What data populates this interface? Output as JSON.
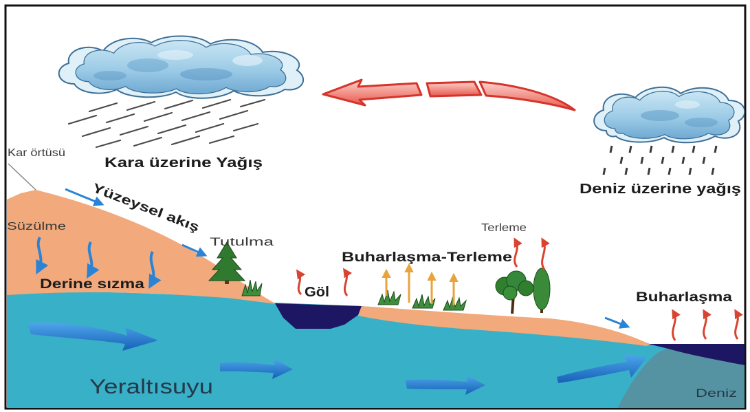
{
  "diagram": {
    "labels": {
      "snow_cover": "Kar örtüsü",
      "land_precipitation": "Kara üzerine Yağış",
      "surface_runoff": "Yüzeysel akış",
      "infiltration": "Süzülme",
      "interception": "Tutulma",
      "deep_percolation": "Derine sızma",
      "lake": "Göl",
      "evapotranspiration": "Buharlaşma-Terleme",
      "transpiration": "Terleme",
      "evaporation": "Buharlaşma",
      "sea_precipitation": "Deniz üzerine yağış",
      "groundwater": "Yeraltısuyu",
      "sea": "Deniz"
    },
    "icons": {
      "land_cloud": "rain-cloud-icon",
      "sea_cloud": "rain-cloud-icon",
      "moisture_transport": "curved-arrow-left-icon",
      "conifer": "conifer-tree-icon",
      "shrub": "grass-icon",
      "deciduous": "deciduous-tree-icon",
      "evaporation": "wavy-arrow-up-icon",
      "infiltration": "wavy-arrow-down-icon",
      "groundwater_flow": "arrow-right-icon"
    },
    "colors": {
      "land": "#f2a97b",
      "groundwater": "#38b0c7",
      "lake": "#1d1763",
      "sea": "#1d1763",
      "sea_floor": "#5593a3",
      "cloud": "#a8d4ea",
      "transport_arrow": "#d6342a",
      "evaporation_arrow": "#d9432f",
      "evapotranspiration_arrow": "#e9a33c",
      "flow_arrow": "#1f74cc",
      "vegetation": "#2f7a2f"
    }
  }
}
